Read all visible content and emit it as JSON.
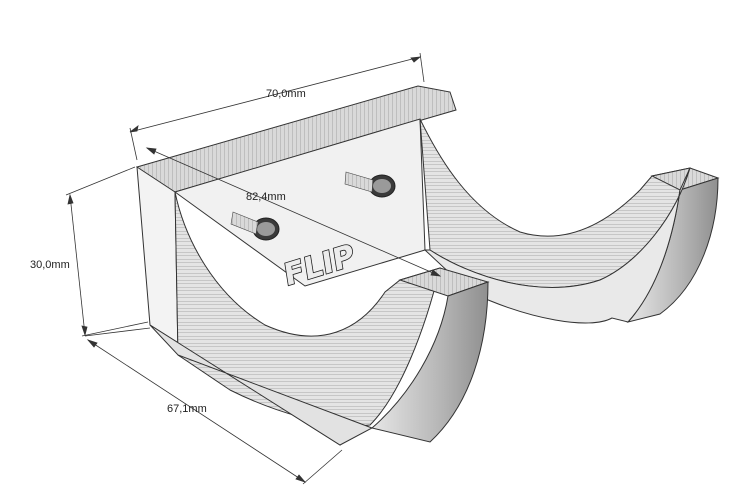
{
  "dimensions": {
    "width": "70,0mm",
    "height": "30,0mm",
    "depth": "67,1mm",
    "diagonal": "82,4mm"
  },
  "logo": "FLIP"
}
